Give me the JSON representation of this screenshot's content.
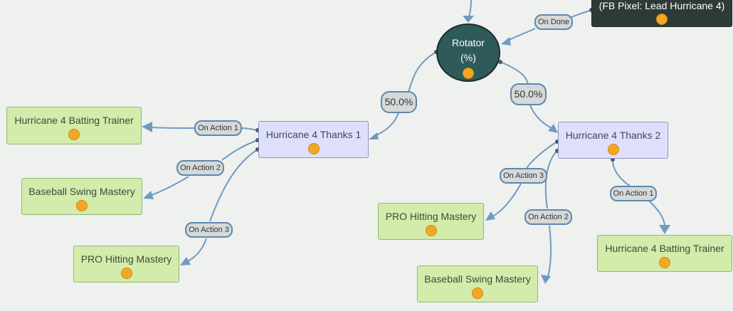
{
  "rotator": {
    "title": "Rotator",
    "subtitle": "(%)"
  },
  "pixel_node": {
    "label": "(FB Pixel: Lead Hurricane 4)"
  },
  "thanks1": {
    "label": "Hurricane 4 Thanks 1"
  },
  "thanks2": {
    "label": "Hurricane 4 Thanks 2"
  },
  "left_targets": {
    "batting": "Hurricane 4 Batting Trainer",
    "baseball": "Baseball Swing Mastery",
    "pro": "PRO Hitting Mastery"
  },
  "right_targets": {
    "pro": "PRO Hitting Mastery",
    "baseball": "Baseball Swing Mastery",
    "batting": "Hurricane 4 Batting Trainer"
  },
  "edges": {
    "on_done": "On Done",
    "split_left": "50.0%",
    "split_right": "50.0%",
    "left_action1": "On Action 1",
    "left_action2": "On Action 2",
    "left_action3": "On Action 3",
    "right_action3": "On Action 3",
    "right_action2": "On Action 2",
    "right_action1": "On Action 1"
  },
  "colors": {
    "background": "#eff1ee",
    "connector": "#6f9bc2",
    "action_node": "#d3ebab",
    "thanks_node": "#dee0fb",
    "rotator": "#2e5a5a",
    "status_dot": "#f5a623"
  }
}
